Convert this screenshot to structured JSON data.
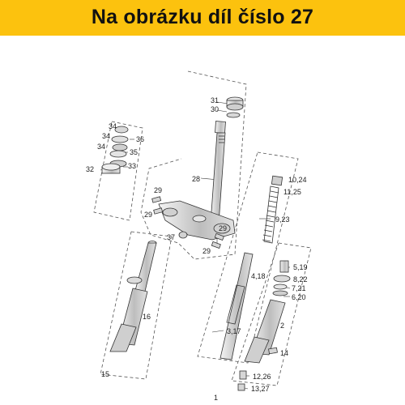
{
  "header": {
    "title": "Na obrázku díl číslo 27",
    "background": "#fcc20e"
  },
  "diagram": {
    "style": "exploded parts view, front fork assembly",
    "labels": [
      "31",
      "30",
      "28",
      "34",
      "36",
      "34",
      "35",
      "34",
      "33",
      "32",
      "29",
      "29",
      "29",
      "29",
      "37",
      "16",
      "15",
      "10,24",
      "11,25",
      "9,23",
      "4,18",
      "3,17",
      "5,19",
      "8,22",
      "7,21",
      "6,20",
      "2",
      "14",
      "12,26",
      "13,27",
      "1"
    ]
  }
}
